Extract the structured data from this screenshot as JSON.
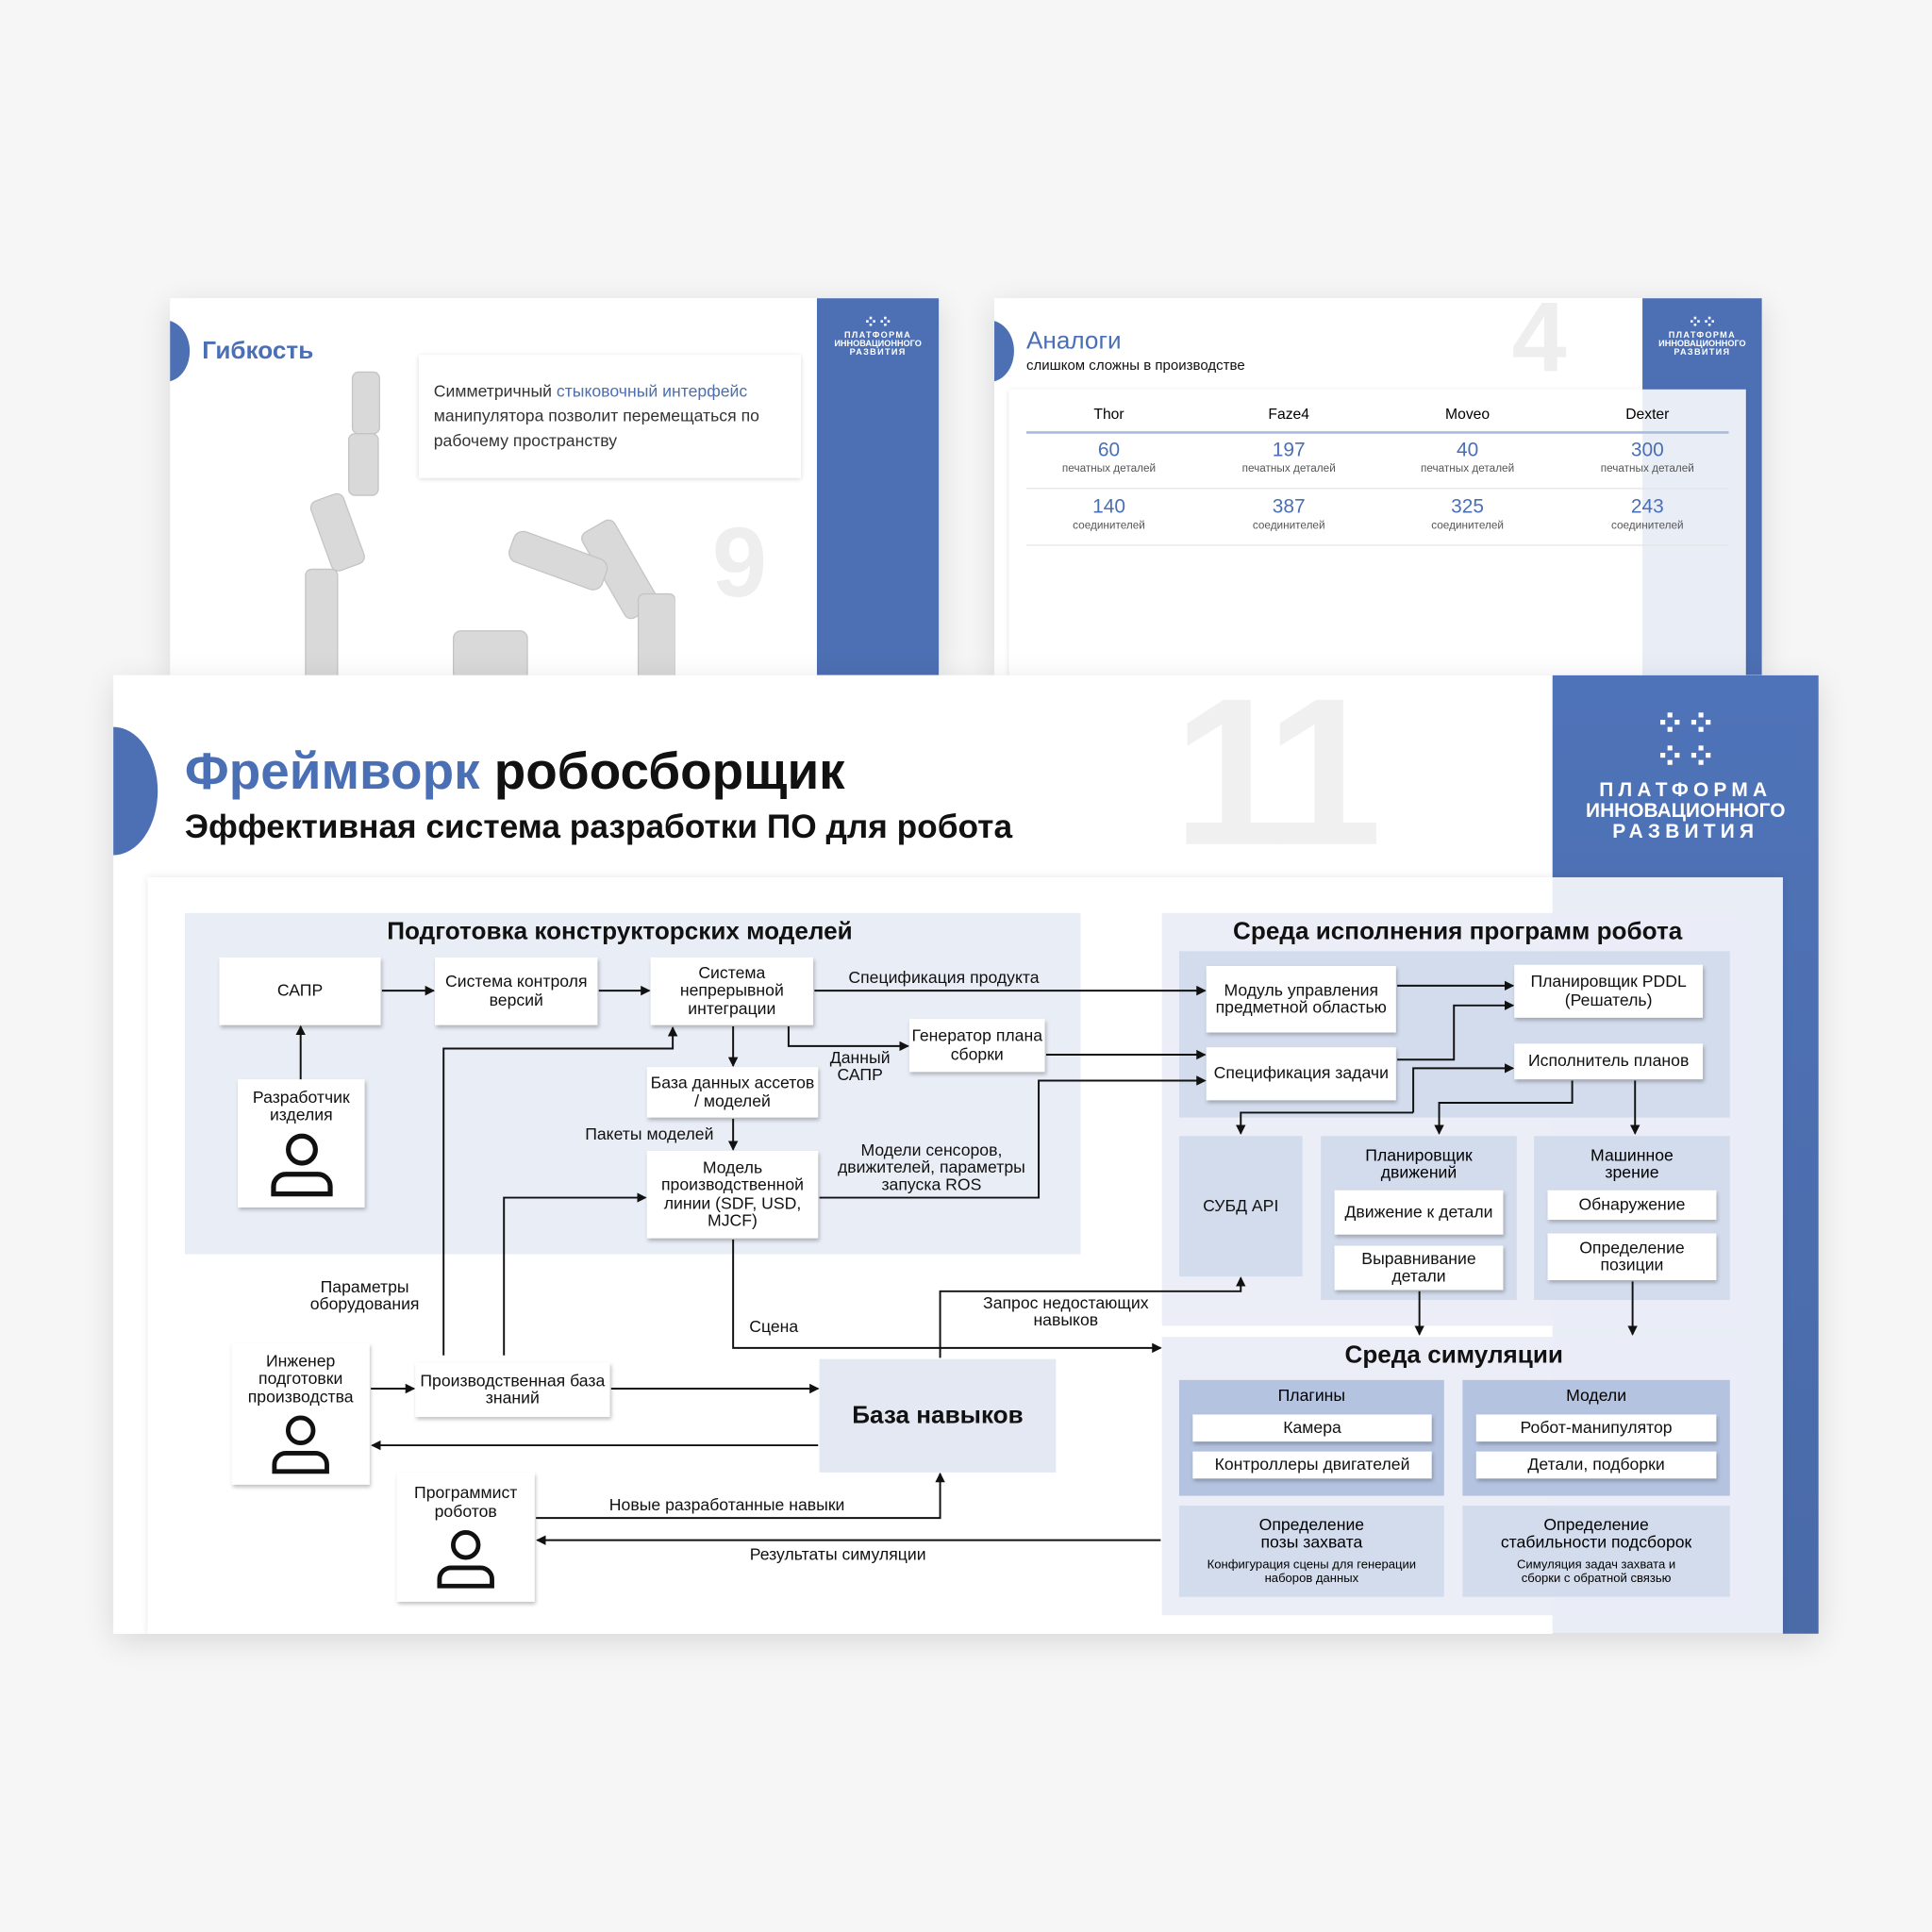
{
  "logo": {
    "line1": "ПЛАТФОРМА",
    "line2": "ИННОВАЦИОННОГО",
    "line3": "РАЗВИТИЯ"
  },
  "slide_flex": {
    "number": "9",
    "title": "Гибкость",
    "text_pre": "Симметричный ",
    "text_highlight": "стыковочный интерфейс",
    "text_post": " манипулятора позволит перемещаться по рабочему пространству"
  },
  "slide_analogs": {
    "number": "4",
    "title": "Аналоги",
    "subtitle": "слишком сложны в производстве",
    "columns": [
      {
        "name": "Thor",
        "printed": "60",
        "connectors": "140"
      },
      {
        "name": "Faze4",
        "printed": "197",
        "connectors": "387"
      },
      {
        "name": "Moveo",
        "printed": "40",
        "connectors": "325"
      },
      {
        "name": "Dexter",
        "printed": "300",
        "connectors": "243"
      }
    ],
    "printed_label": "печатных деталей",
    "connectors_label": "соединителей"
  },
  "main": {
    "number": "11",
    "title_accent": "Фреймворк",
    "title_rest": " робосборщик",
    "subtitle": "Эффективная система разработки ПО для робота",
    "colors": {
      "accent": "#4a6fb5",
      "sidebar": "#4d70b4",
      "panel": "#e9edf6",
      "panel_dark": "#d3dcec",
      "group": "#b4c3e0"
    },
    "design": {
      "title": "Подготовка конструкторских моделей",
      "cad": "САПР",
      "vcs": "Система контроля версий",
      "ci": "Система непрерывной интеграции",
      "plan_gen": "Генератор плана сборки",
      "asset_db": "База данных ассетов / моделей",
      "line_model": "Модель производственной линии (SDF, USD, MJCF)",
      "developer": "Разработчик изделия"
    },
    "engineer": "Инженер подготовки производства",
    "knowledge_base": "Производственная база знаний",
    "skills_base": "База навыков",
    "programmer": "Программист роботов",
    "edges": {
      "product_spec": "Спецификация продукта",
      "cad_data": "Данный САПР",
      "model_packages": "Пакеты моделей",
      "sensor_models": "Модели сенсоров, движителей, параметры запуска ROS",
      "equipment_params": "Параметры оборудования",
      "scene": "Сцена",
      "missing_skills": "Запрос недостающих навыков",
      "new_skills": "Новые разработанные навыки",
      "sim_results": "Результаты симуляции"
    },
    "runtime": {
      "title": "Среда исполнения программ робота",
      "domain_module": "Модуль управления предметной областью",
      "task_spec": "Спецификация задачи",
      "pddl": "Планировщик PDDL (Решатель)",
      "executor": "Исполнитель планов",
      "dbms": "СУБД API",
      "motion_planner": "Планировщик движений",
      "move_to_part": "Движение к детали",
      "align_part": "Выравнивание детали",
      "vision": "Машинное зрение",
      "detection": "Обнаружение",
      "pose_estimation": "Определение позиции"
    },
    "simulation": {
      "title": "Среда симуляции",
      "plugins": "Плагины",
      "camera": "Камера",
      "motor_controllers": "Контроллеры двигателей",
      "models": "Модели",
      "robot_arm": "Робот-манипулятор",
      "parts": "Детали, подборки",
      "grasp_title": "Определение позы захвата",
      "grasp_sub": "Конфигурация сцены для генерации наборов данных",
      "stability_title": "Определение стабильности подсборок",
      "stability_sub": "Симуляция задач захвата и сборки с обратной связью"
    }
  }
}
